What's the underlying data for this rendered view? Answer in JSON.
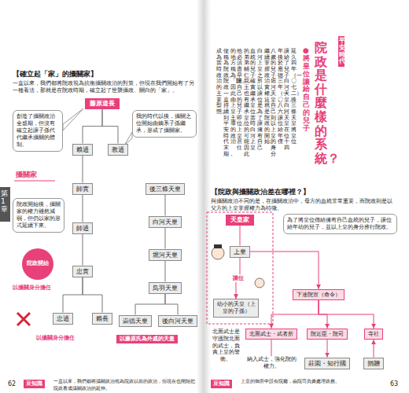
{
  "diagram": {
    "title": "院政是什麼樣的系統？",
    "nodes": [
      {
        "text": [
          "藤原道長"
        ]
      },
      {
        "text": [
          "賴通"
        ]
      },
      {
        "text": [
          "教通"
        ]
      },
      {
        "text": [
          "師實"
        ]
      },
      {
        "text": [
          "後三條天皇"
        ]
      },
      {
        "text": [
          "白河天皇"
        ]
      },
      {
        "text": [
          "師通"
        ]
      },
      {
        "text": [
          "堀河天皇"
        ]
      },
      {
        "text": [
          "忠實"
        ]
      },
      {
        "text": [
          "鳥羽天皇"
        ]
      },
      {
        "text": [
          "忠通"
        ]
      },
      {
        "text": [
          "賴長"
        ]
      },
      {
        "text": [
          "崇德天皇"
        ]
      },
      {
        "text": [
          "後白河天皇"
        ]
      },
      {
        "text": [
          "創造了攝關政治全盛期，但沒有確立起讓子孫代代繼承攝關的體制。"
        ]
      },
      {
        "text": [
          "我的時代以後，攝關之位開始由嫡系子孫繼承，形成了攝關家。"
        ]
      },
      {
        "text": [
          "院政開始後，攝關家的權力雖然減弱，但仍以家的形式延續下來。"
        ]
      },
      {
        "text": [
          "院政開始"
        ]
      },
      {
        "text": [
          "天皇家"
        ]
      },
      {
        "text": [
          "上皇"
        ]
      },
      {
        "text": [
          "幼小的天皇（上皇的子孫）"
        ]
      },
      {
        "text": [
          "為了將皇位傳給擁有自己血統的兒子，讓位給年幼的兒子，並以上皇的身分推行院政。"
        ]
      },
      {
        "text": [
          "下達院宣（命令）"
        ]
      },
      {
        "text": [
          "北面武士・武者所"
        ]
      },
      {
        "text": [
          "院近臣・院司"
        ]
      },
      {
        "text": [
          "寺社"
        ]
      },
      {
        "text": [
          "納入武士，強化院的權力。"
        ]
      },
      {
        "text": [
          "莊園・知行國"
        ]
      },
      {
        "text": [
          "捐贈"
        ]
      },
      {
        "text": [
          "北面武士是守護院北面的武士，負責上皇的警衛。"
        ]
      }
    ],
    "edges": [
      {
        "from": 0,
        "to": 1,
        "arrow": "none"
      },
      {
        "from": 0,
        "to": 2,
        "arrow": "none"
      },
      {
        "from": 1,
        "to": 3,
        "arrow": "none"
      },
      {
        "from": 3,
        "to": 6,
        "arrow": "none"
      },
      {
        "from": 6,
        "to": 8,
        "arrow": "none"
      },
      {
        "from": 8,
        "to": 10,
        "arrow": "none"
      },
      {
        "from": 8,
        "to": 11,
        "arrow": "none"
      },
      {
        "from": 4,
        "to": 5,
        "arrow": "none"
      },
      {
        "from": 5,
        "to": 7,
        "arrow": "none"
      },
      {
        "from": 7,
        "to": 9,
        "arrow": "none"
      },
      {
        "from": 9,
        "to": 12,
        "arrow": "none"
      },
      {
        "from": 9,
        "to": 13,
        "arrow": "none"
      },
      {
        "from": 18,
        "to": 19,
        "arrow": "none"
      },
      {
        "from": 19,
        "to": 20,
        "label": "讓位",
        "arrow": "to"
      },
      {
        "from": 19,
        "to": 22,
        "arrow": "to"
      },
      {
        "from": 22,
        "to": 23,
        "arrow": "to"
      },
      {
        "from": 22,
        "to": 24,
        "arrow": "to"
      },
      {
        "from": 22,
        "to": 25,
        "arrow": "to"
      },
      {
        "from": 23,
        "to": 26,
        "arrow": "none"
      },
      {
        "from": 24,
        "to": 27,
        "arrow": "to"
      },
      {
        "from": 28,
        "to": 25,
        "arrow": "to"
      }
    ],
    "labels": [
      "【確立起「家」的攝關家】",
      "一直以來，我們都將院政視為抗衡攝關政治的對策，但現在我們開始有了另一種看法，那就是在院政時期，確立起了世襲攝政、關白的「家」。",
      "攝關家",
      "以攝關身分擔任",
      "以藤原氏為外戚的天皇",
      "以攝關身分擔任",
      "第1章",
      "62",
      "豆知識",
      "一直以來，我們都將攝關政治視為院政以前的政治，但現在也開始把院政看成攝關政治的延伸。",
      "平安時代",
      "●將皇位讓給自己的兒子",
      "延久四年（一〇七二），後三條天皇將皇位",
      "讓給了兒子白河天皇。白河天皇在位十四",
      "年後，於應德三年（一〇八六）讓位給年僅",
      "八歲的兒子堀河天皇，自己則以上皇的身分",
      "繼續掌握政治實權。這就是院政的開始。",
      "白河上皇之所以讓位，是為了讓擁有自己",
      "血統的兒子確實繼承皇位。當時白河上皇",
      "的弟弟輔仁親王也有繼承皇位的可能，因此",
      "他必須盡早讓自己的兒子即位。上皇居住",
      "的地方稱為「院」，因此由上皇主導的政治",
      "便稱為院政。院政一直持續到平安時代末期，",
      "成為當時政治的主要型態。",
      "【院政與攝關政治差在哪裡？】",
      "與攝關政治不同的是，在攝關政治中，母方的血統非常重要，而院政則是以父方的上皇掌握權力為特徵。",
      "豆知識",
      "上皇的御所中設有院廳，由院司負責處理政務。",
      "63"
    ]
  }
}
